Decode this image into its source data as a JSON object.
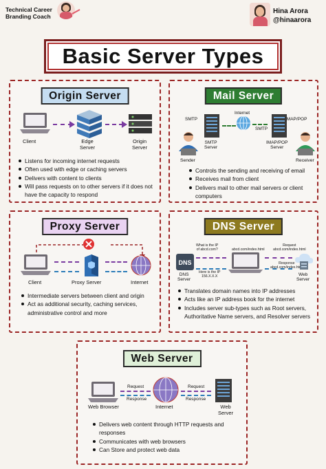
{
  "header": {
    "left_line1": "Technical Career",
    "left_line2": "Branding Coach",
    "author_name": "Hina Arora",
    "author_handle": "@hinaarora"
  },
  "title": "Basic Server Types",
  "colors": {
    "border": "#9b2424",
    "origin": "#c5ddf1",
    "mail": "#2e7d32",
    "proxy": "#ead3f2",
    "dns": "#8d7a1f",
    "web": "#dff0d8"
  },
  "origin": {
    "title": "Origin Server",
    "labels": {
      "client": "Client",
      "edge": "Edge\nServer",
      "origin": "Origin\nServer"
    },
    "bullets": [
      "Listens for incoming internet requests",
      "Often used with edge or caching servers",
      "Delivers with content to clients",
      "Will pass requests on to other servers  if it does not have the capacity to respond"
    ]
  },
  "mail": {
    "title": "Mail Server",
    "labels": {
      "smtp1": "SMTP",
      "internet": "Internet",
      "imappop": "IMAP/POP",
      "smtp_server": "SMTP\nServer",
      "smtp2": "SMTP",
      "imappop_server": "IMAP/POP\nServer",
      "sender": "Sender",
      "receiver": "Receiver"
    },
    "bullets": [
      "Controls the sending and receiving of email",
      "Receives mail from client",
      "Delivers mail to other mail servers or client computers"
    ]
  },
  "proxy": {
    "title": "Proxy Server",
    "labels": {
      "client": "Client",
      "proxy": "Proxy Server",
      "internet": "Internet"
    },
    "bullets": [
      "Intermediate servers between client and origin",
      "Act as additional security, caching services, administrative control and more"
    ]
  },
  "dns": {
    "title": "DNS Server",
    "labels": {
      "question": "What is the IP\nof abcd.com?",
      "url1": "abcd.com/index.html",
      "request": "Request\nabcd.com/index.html",
      "answer": "Here is the IP\n156.X.X.X",
      "response": "Response\nabcd.com/index.html",
      "dns_server": "DNS\nServer",
      "web_server": "Web\nServer",
      "icon_text": "DNS"
    },
    "bullets": [
      "Translates domain names into IP addresses",
      "Acts like an IP address book for the internet",
      "Includes server sub-types such as Root servers, Authoritative Name servers, and Resolver servers"
    ]
  },
  "web": {
    "title": "Web Server",
    "labels": {
      "request1": "Request",
      "response1": "Response",
      "request2": "Request",
      "response2": "Response",
      "browser": "Web Browser",
      "internet": "Internet",
      "server": "Web\nServer"
    },
    "bullets": [
      "Delivers web content through HTTP requests and responses",
      "Communicates with web browsers",
      "Can Store and protect web data"
    ]
  }
}
